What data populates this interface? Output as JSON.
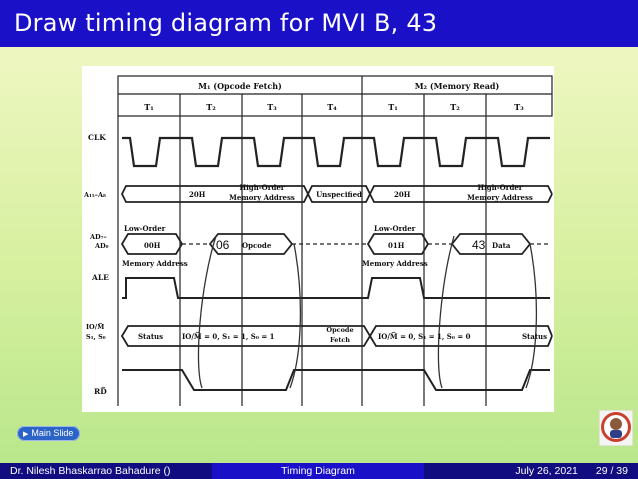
{
  "title": "Draw timing diagram for MVI B, 43",
  "diagram": {
    "machine_cycles": [
      "M₁ (Opcode Fetch)",
      "M₂ (Memory Read)"
    ],
    "t_states": [
      "T₁",
      "T₂",
      "T₃",
      "T₄",
      "T₁",
      "T₂",
      "T₃"
    ],
    "signals": {
      "clk": "CLK",
      "addr_high": "A₁₅–A₈",
      "addr_low_a": "AD₇–",
      "addr_low_b": "AD₀",
      "ale": "ALE",
      "status_a": "IO/M̅",
      "status_b": "S₁, S₀",
      "rd": "RD̅"
    },
    "labels": {
      "m1_high_addr": "20H",
      "high_order_a": "High-Order",
      "high_order_b": "Memory Address",
      "unspecified": "Unspecified",
      "m2_high_addr": "20H",
      "high_order2_a": "High-Order",
      "high_order2_b": "Memory Address",
      "low_order": "Low-Order",
      "m1_low_addr": "00H",
      "memory_address": "Memory Address",
      "opcode_hand": "06",
      "opcode": "Opcode",
      "low_order2": "Low-Order",
      "m2_low_addr": "01H",
      "memory_address2": "Memory Address",
      "data_hand": "43",
      "data": "Data",
      "status": "Status",
      "m1_status": "IO/M̅ = 0, S₁ = 1, S₀ = 1",
      "opcode_fetch_a": "Opcode",
      "opcode_fetch_b": "Fetch",
      "m2_status": "IO/M̅ = 0, S₁ = 1, S₀ = 0",
      "status2": "Status"
    }
  },
  "nav": {
    "main_slide": "Main Slide"
  },
  "footer": {
    "author": "Dr. Nilesh Bhaskarrao Bahadure ()",
    "topic": "Timing Diagram",
    "date": "July 26, 2021",
    "page": "29 / 39"
  }
}
